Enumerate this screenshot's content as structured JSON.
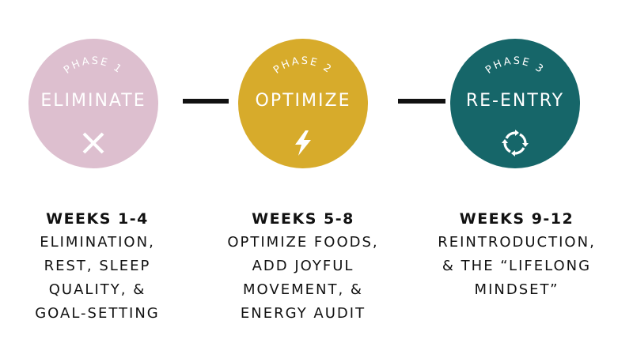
{
  "colors": {
    "phase1": "#ddbfcf",
    "phase2": "#d7ab2b",
    "phase3": "#166669",
    "connector": "#111111",
    "text": "#111111"
  },
  "phases": [
    {
      "phase_label": "PHASE 1",
      "title": "ELIMINATE",
      "icon": "x-icon",
      "weeks": "WEEKS 1-4",
      "description": "ELIMINATION,\nREST, SLEEP\nQUALITY, &\nGOAL-SETTING"
    },
    {
      "phase_label": "PHASE 2",
      "title": "OPTIMIZE",
      "icon": "lightning-bolt-icon",
      "weeks": "WEEKS 5-8",
      "description": "OPTIMIZE FOODS,\nADD JOYFUL\nMOVEMENT, &\nENERGY AUDIT"
    },
    {
      "phase_label": "PHASE 3",
      "title": "RE-ENTRY",
      "icon": "cycle-arrows-icon",
      "weeks": "WEEKS 9-12",
      "description": "REINTRODUCTION,\n& THE “LIFELONG\nMINDSET”"
    }
  ]
}
